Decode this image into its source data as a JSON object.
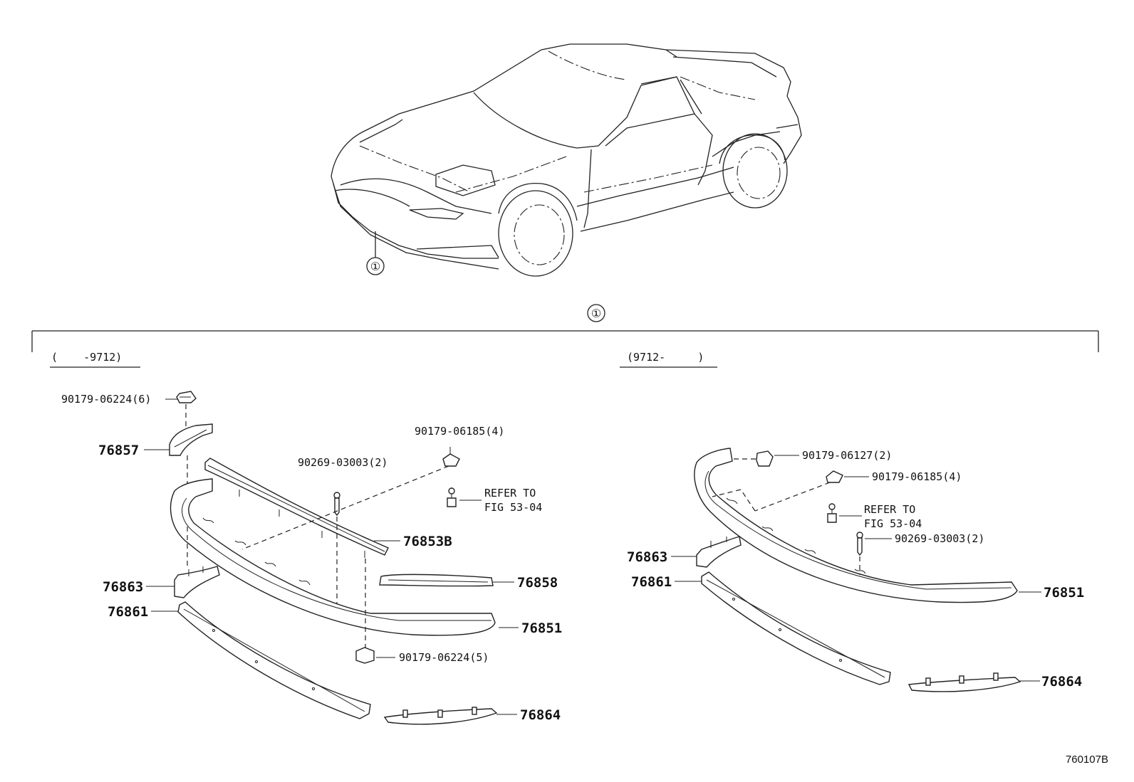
{
  "overview": {
    "callout": "①"
  },
  "group_callout": "①",
  "left_group": {
    "range": "(    -9712)",
    "labels": {
      "nut_top": "90179-06224(6)",
      "p76857": "76857",
      "nut_retainer": "90179-06185(4)",
      "clip": "90269-03003(2)",
      "refer_1": "REFER TO",
      "refer_2": "FIG 53-04",
      "p76853B": "76853B",
      "p76858": "76858",
      "p76863": "76863",
      "p76861": "76861",
      "p76851": "76851",
      "nut_bottom": "90179-06224(5)",
      "p76864": "76864"
    }
  },
  "right_group": {
    "range": "(9712-     )",
    "labels": {
      "nut_top": "90179-06127(2)",
      "nut_retainer": "90179-06185(4)",
      "refer_1": "REFER TO",
      "refer_2": "FIG 53-04",
      "clip": "90269-03003(2)",
      "p76863": "76863",
      "p76861": "76861",
      "p76851": "76851",
      "p76864": "76864"
    }
  },
  "figure_id": "760107B"
}
